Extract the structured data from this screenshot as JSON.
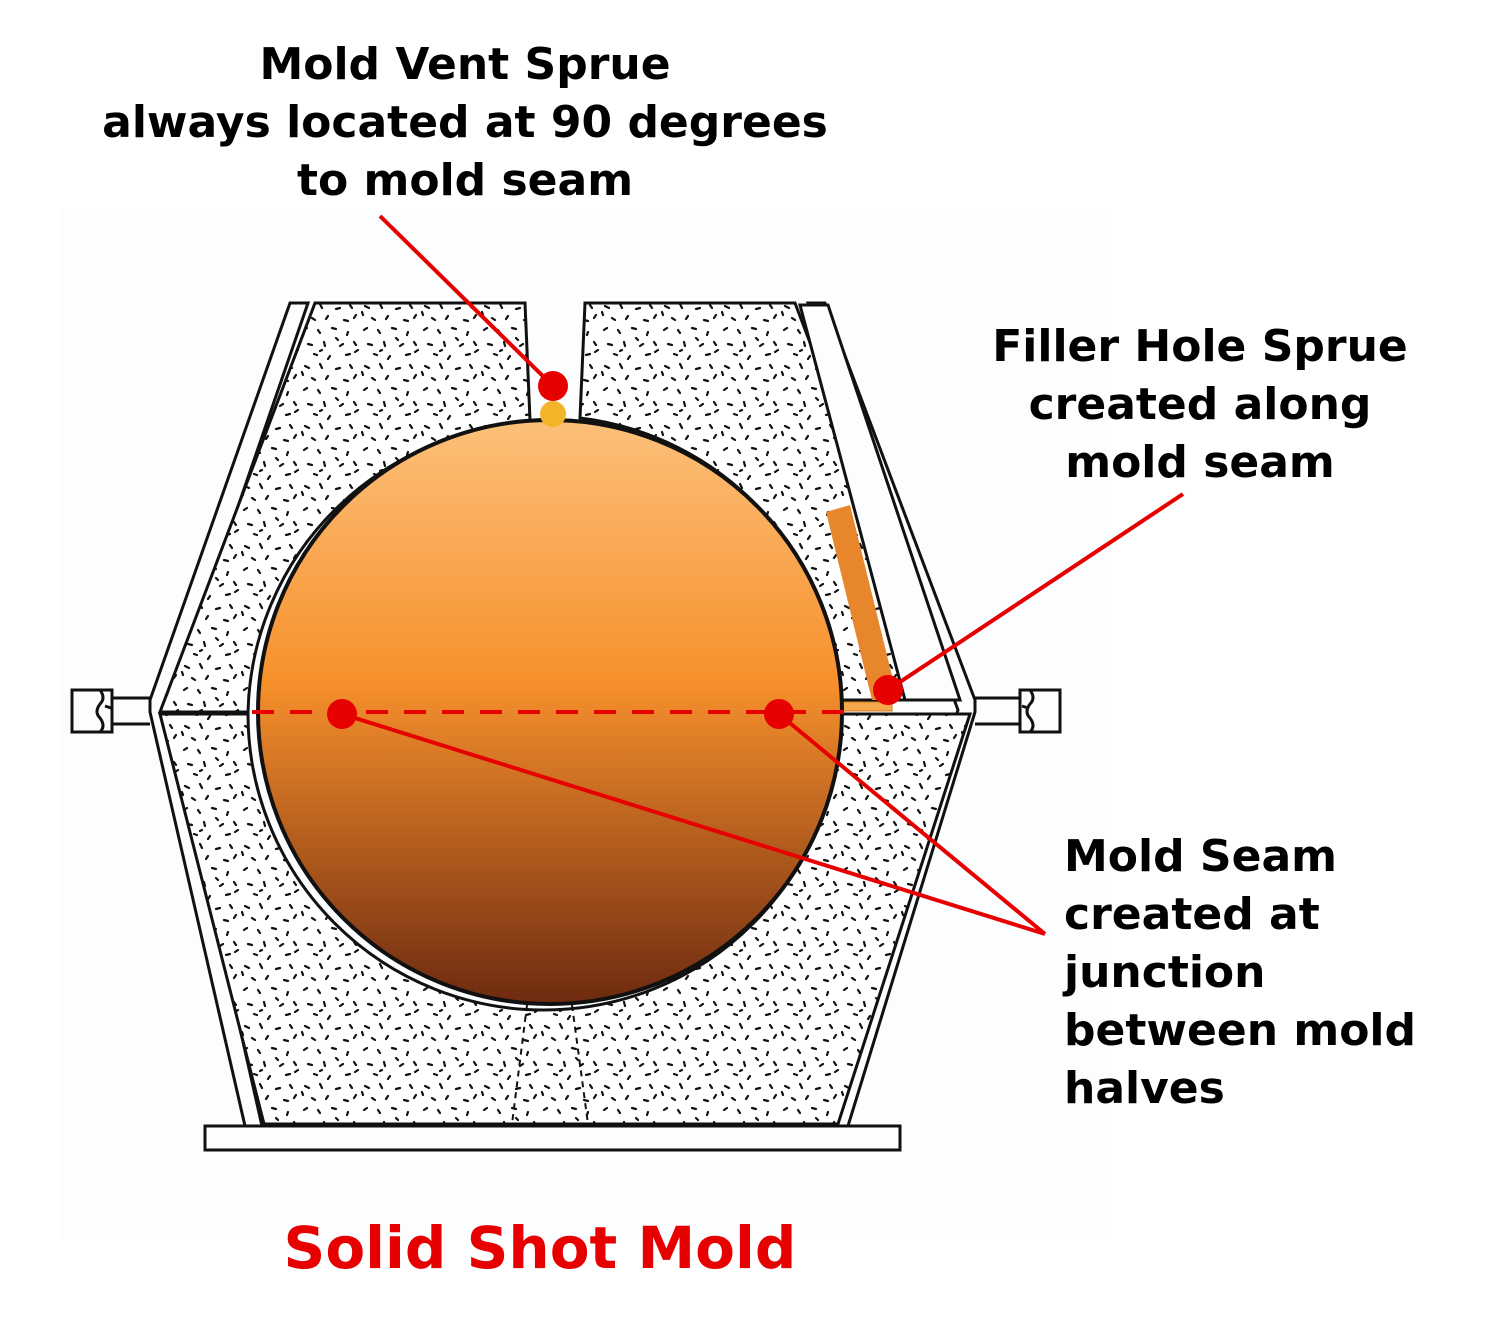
{
  "title": "Solid Shot Mold",
  "labels": {
    "vent": [
      "Mold Vent Sprue",
      "always located at 90 degrees",
      "to mold seam"
    ],
    "filler": [
      "Filler Hole Sprue",
      "created along",
      "mold seam"
    ],
    "seam": [
      "Mold Seam",
      "created at",
      "junction",
      "between mold",
      "halves"
    ]
  },
  "colors": {
    "callout": "#e60000",
    "title": "#e60000",
    "shot_top": "#fcc07a",
    "shot_mid": "#f7902c",
    "shot_bottom": "#6e2a10",
    "vent_dot": "#f2b52a",
    "outline": "#111111"
  }
}
